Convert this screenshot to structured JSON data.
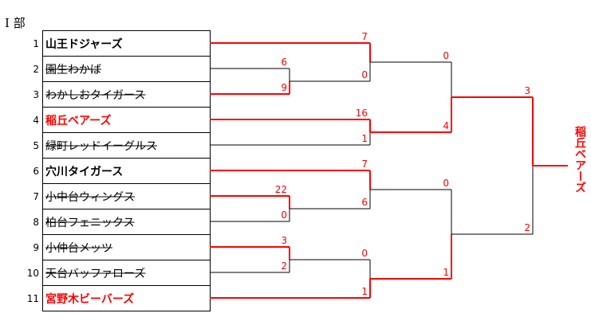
{
  "heading": "Ⅰ 部",
  "champion_vertical": "稲丘ベアーズ",
  "colors": {
    "win": "#ff0000",
    "line": "#000000",
    "seed": "#000000"
  },
  "teams": [
    {
      "seed": "1",
      "name": "山王ドジャーズ",
      "status": "bold"
    },
    {
      "seed": "2",
      "name": "園生わかば",
      "status": "struck"
    },
    {
      "seed": "3",
      "name": "わかしおタイガース",
      "status": "struck"
    },
    {
      "seed": "4",
      "name": "稲丘ベアーズ",
      "status": "champion"
    },
    {
      "seed": "5",
      "name": "緑町レッドイーグルス",
      "status": "struck"
    },
    {
      "seed": "6",
      "name": "穴川タイガース",
      "status": "bold"
    },
    {
      "seed": "7",
      "name": "小中台ウィングス",
      "status": "struck"
    },
    {
      "seed": "8",
      "name": "柏台フェニックス",
      "status": "struck"
    },
    {
      "seed": "9",
      "name": "小仲台メッツ",
      "status": "struck"
    },
    {
      "seed": "10",
      "name": "天台バッファローズ",
      "status": "struck"
    },
    {
      "seed": "11",
      "name": "宮野木ビーバーズ",
      "status": "runnerup"
    }
  ],
  "scores": {
    "r1_2v3": [
      "6",
      "9"
    ],
    "r1_7v8": [
      "22",
      "0"
    ],
    "r1_9v10": [
      "3",
      "2"
    ],
    "r2_1vW": [
      "7",
      "0"
    ],
    "r2_4v5": [
      "16",
      "1"
    ],
    "r2_6vW": [
      "7",
      "6"
    ],
    "r2_Wv11": [
      "0",
      "1"
    ],
    "sf_top": [
      "0",
      "4"
    ],
    "sf_bottom": [
      "0",
      "1"
    ],
    "final": [
      "3",
      "2"
    ]
  }
}
